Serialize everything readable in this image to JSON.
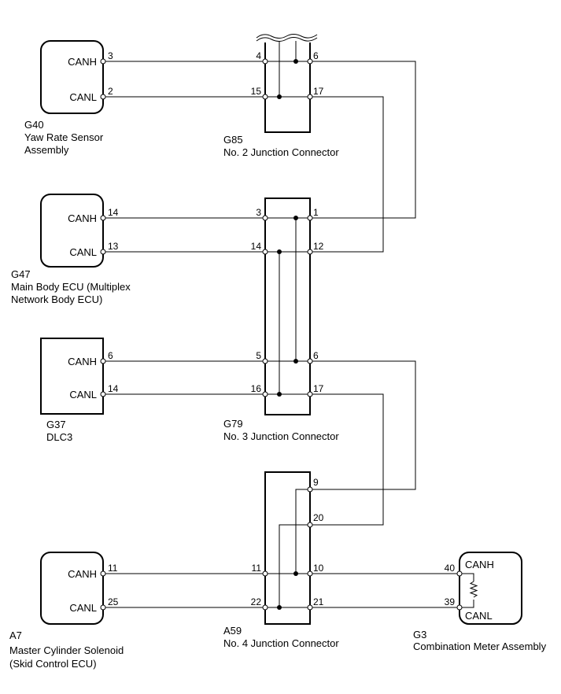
{
  "components": {
    "g40": {
      "code": "G40",
      "name_lines": [
        "Yaw Rate Sensor",
        "Assembly"
      ],
      "h_label": "CANH",
      "l_label": "CANL",
      "h_pin": "3",
      "l_pin": "2"
    },
    "g47": {
      "code": "G47",
      "name_lines": [
        "Main Body ECU (Multiplex",
        "Network Body ECU)"
      ],
      "h_label": "CANH",
      "l_label": "CANL",
      "h_pin": "14",
      "l_pin": "13"
    },
    "g37": {
      "code": "G37",
      "name_lines": [
        "DLC3"
      ],
      "h_label": "CANH",
      "l_label": "CANL",
      "h_pin": "6",
      "l_pin": "14"
    },
    "a7": {
      "code": "A7",
      "name_lines": [
        "Master Cylinder Solenoid",
        "(Skid Control ECU)"
      ],
      "h_label": "CANH",
      "l_label": "CANL",
      "h_pin": "11",
      "l_pin": "25"
    },
    "g3": {
      "code": "G3",
      "name_lines": [
        "Combination Meter Assembly"
      ],
      "h_label": "CANH",
      "l_label": "CANL",
      "h_pin": "40",
      "l_pin": "39"
    }
  },
  "connectors": {
    "g85": {
      "code": "G85",
      "name": "No. 2 Junction Connector",
      "pins": [
        "4",
        "6",
        "15",
        "17"
      ]
    },
    "g79": {
      "code": "G79",
      "name": "No. 3 Junction Connector",
      "pins": [
        "3",
        "1",
        "14",
        "12",
        "5",
        "6",
        "16",
        "17"
      ]
    },
    "a59": {
      "code": "A59",
      "name": "No. 4 Junction Connector",
      "pins": [
        "9",
        "20",
        "11",
        "10",
        "22",
        "21"
      ]
    }
  }
}
